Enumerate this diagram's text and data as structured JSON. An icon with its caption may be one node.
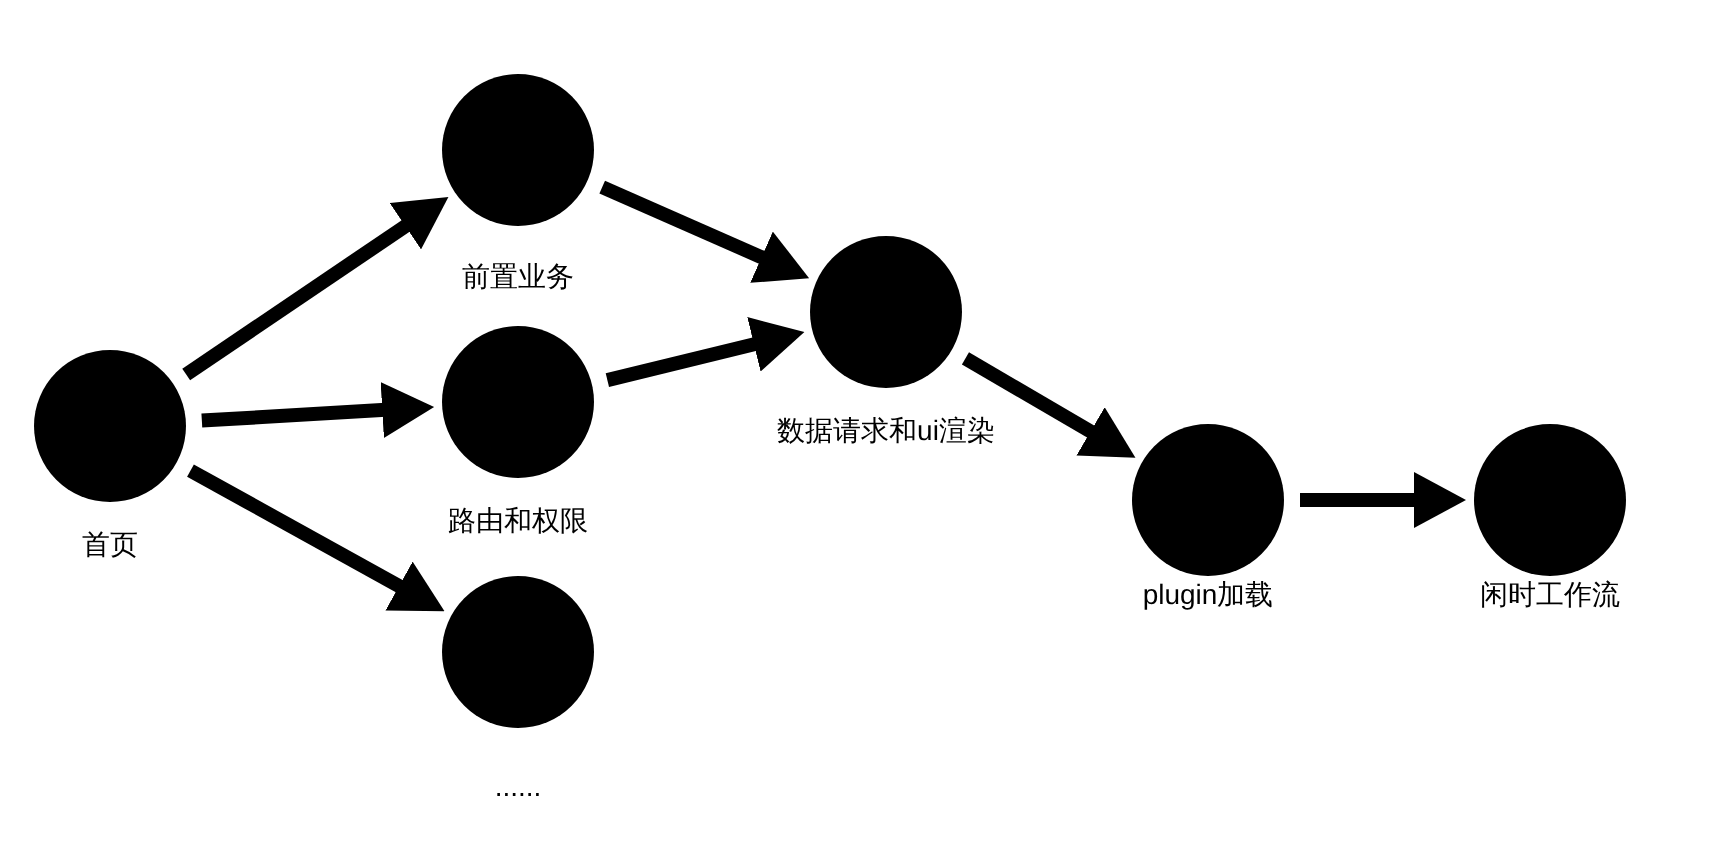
{
  "diagram": {
    "nodes": [
      {
        "text": [
          "首页"
        ]
      },
      {
        "text": [
          "前置业务"
        ]
      },
      {
        "text": [
          "路由和权限"
        ]
      },
      {
        "text": [
          "......"
        ]
      },
      {
        "text": [
          "数据请求和ui渲染"
        ]
      },
      {
        "text": [
          "plugin加载"
        ]
      },
      {
        "text": [
          "闲时工作流"
        ]
      }
    ],
    "edges": [
      {
        "from": 0,
        "to": 1,
        "arrow": "to"
      },
      {
        "from": 0,
        "to": 2,
        "arrow": "to"
      },
      {
        "from": 0,
        "to": 3,
        "arrow": "to"
      },
      {
        "from": 1,
        "to": 4,
        "arrow": "to"
      },
      {
        "from": 2,
        "to": 4,
        "arrow": "to"
      },
      {
        "from": 4,
        "to": 5,
        "arrow": "to"
      },
      {
        "from": 5,
        "to": 6,
        "arrow": "to"
      }
    ]
  }
}
